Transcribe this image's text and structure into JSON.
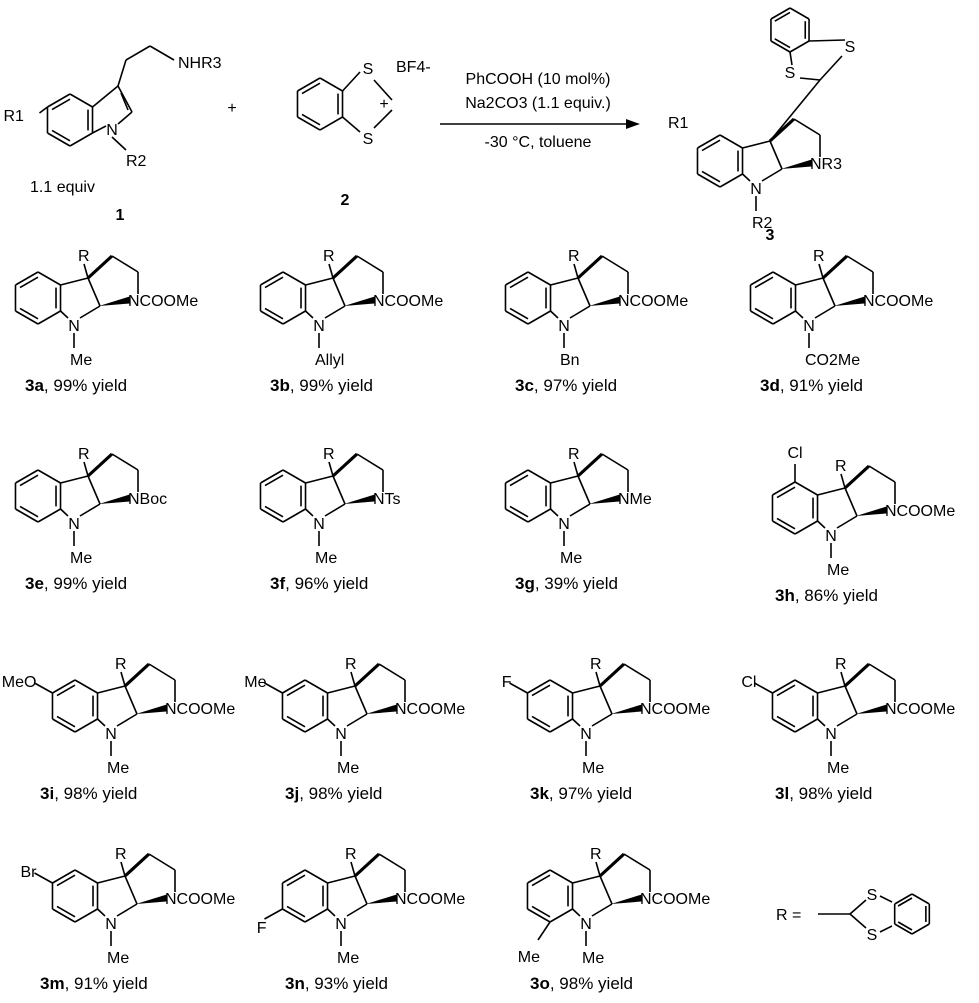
{
  "reaction": {
    "reactant1": {
      "id": "1",
      "equiv": "1.1 equiv",
      "r1": "R1",
      "r2": "R2",
      "nhr3": "NHR3"
    },
    "plus": "+",
    "reactant2": {
      "id": "2",
      "s": "S",
      "counterion": "BF4-",
      "charge": "+"
    },
    "conditions": [
      "PhCOOH (10 mol%)",
      "Na2CO3 (1.1 equiv.)",
      "-30 °C, toluene"
    ],
    "product": {
      "id": "3",
      "r1": "R1",
      "r2": "R2",
      "nr3": "NR3",
      "s": "S"
    }
  },
  "compounds": [
    {
      "id": "3a",
      "yield": ", 99% yield",
      "r2": "Me",
      "nr3": "NCOOMe",
      "sub": null
    },
    {
      "id": "3b",
      "yield": ", 99% yield",
      "r2": "Allyl",
      "nr3": "NCOOMe",
      "sub": null
    },
    {
      "id": "3c",
      "yield": ", 97% yield",
      "r2": "Bn",
      "nr3": "NCOOMe",
      "sub": null
    },
    {
      "id": "3d",
      "yield": ", 91% yield",
      "r2": "CO2Me",
      "nr3": "NCOOMe",
      "sub": null
    },
    {
      "id": "3e",
      "yield": ", 99% yield",
      "r2": "Me",
      "nr3": "NBoc",
      "sub": null
    },
    {
      "id": "3f",
      "yield": ", 96% yield",
      "r2": "Me",
      "nr3": "NTs",
      "sub": null
    },
    {
      "id": "3g",
      "yield": ", 39% yield",
      "r2": "Me",
      "nr3": "NMe",
      "sub": null
    },
    {
      "id": "3h",
      "yield": ", 86% yield",
      "r2": "Me",
      "nr3": "NCOOMe",
      "sub": {
        "pos": 4,
        "label": "Cl"
      }
    },
    {
      "id": "3i",
      "yield": ", 98% yield",
      "r2": "Me",
      "nr3": "NCOOMe",
      "sub": {
        "pos": 5,
        "label": "MeO"
      }
    },
    {
      "id": "3j",
      "yield": ", 98% yield",
      "r2": "Me",
      "nr3": "NCOOMe",
      "sub": {
        "pos": 5,
        "label": "Me"
      }
    },
    {
      "id": "3k",
      "yield": ", 97% yield",
      "r2": "Me",
      "nr3": "NCOOMe",
      "sub": {
        "pos": 5,
        "label": "F"
      }
    },
    {
      "id": "3l",
      "yield": ", 98% yield",
      "r2": "Me",
      "nr3": "NCOOMe",
      "sub": {
        "pos": 5,
        "label": "Cl"
      }
    },
    {
      "id": "3m",
      "yield": ", 91% yield",
      "r2": "Me",
      "nr3": "NCOOMe",
      "sub": {
        "pos": 5,
        "label": "Br"
      }
    },
    {
      "id": "3n",
      "yield": ", 93% yield",
      "r2": "Me",
      "nr3": "NCOOMe",
      "sub": {
        "pos": 6,
        "label": "F"
      }
    },
    {
      "id": "3o",
      "yield": ", 98% yield",
      "r2": "Me",
      "nr3": "NCOOMe",
      "sub": {
        "pos": 7,
        "label": "Me"
      }
    }
  ],
  "r_definition": {
    "label": "R =",
    "s": "S"
  },
  "common": {
    "r": "R",
    "n": "N"
  }
}
